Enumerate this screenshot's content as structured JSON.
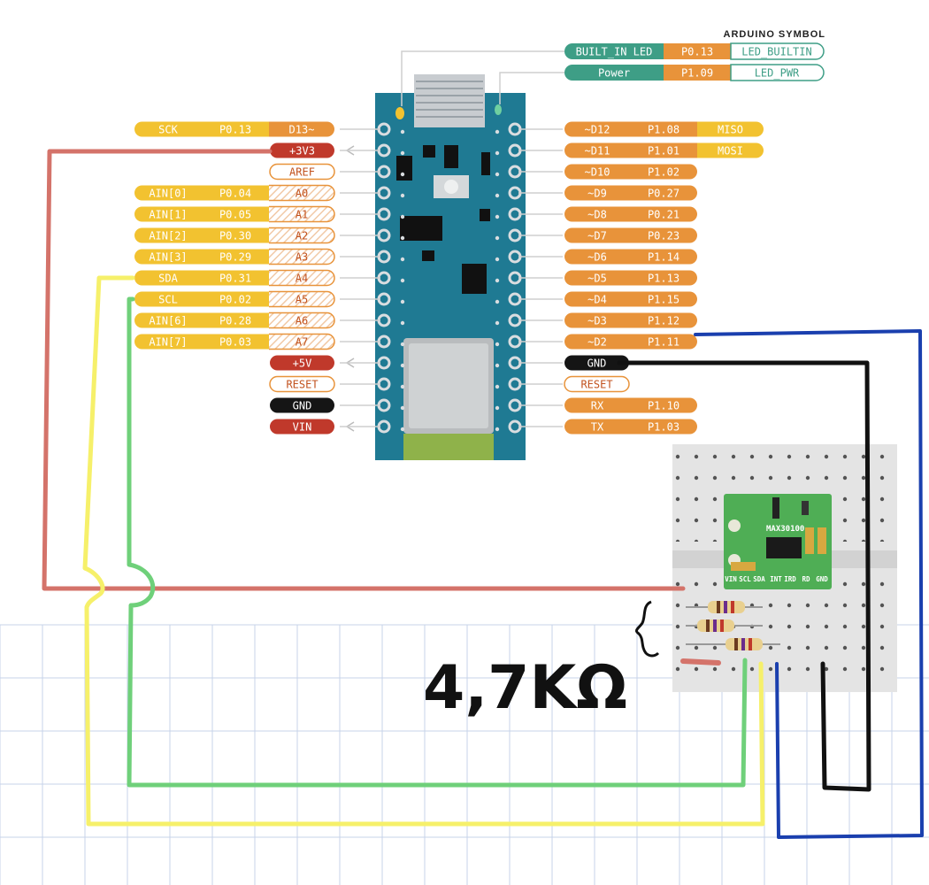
{
  "legend": {
    "title": "ARDUINO SYMBOL",
    "rows": [
      {
        "name": "BUILT_IN LED",
        "pin": "P0.13",
        "symbol": "LED_BUILTIN"
      },
      {
        "name": "Power",
        "pin": "P1.09",
        "symbol": "LED_PWR"
      }
    ]
  },
  "left_pins": [
    {
      "func": "SCK",
      "port": "P0.13",
      "pin": "D13~",
      "kind": "digital"
    },
    {
      "func": "",
      "port": "",
      "pin": "+3V3",
      "kind": "power"
    },
    {
      "func": "",
      "port": "",
      "pin": "AREF",
      "kind": "special"
    },
    {
      "func": "AIN[0]",
      "port": "P0.04",
      "pin": "A0",
      "kind": "analog"
    },
    {
      "func": "AIN[1]",
      "port": "P0.05",
      "pin": "A1",
      "kind": "analog"
    },
    {
      "func": "AIN[2]",
      "port": "P0.30",
      "pin": "A2",
      "kind": "analog"
    },
    {
      "func": "AIN[3]",
      "port": "P0.29",
      "pin": "A3",
      "kind": "analog"
    },
    {
      "func": "SDA",
      "port": "P0.31",
      "pin": "A4",
      "kind": "analog"
    },
    {
      "func": "SCL",
      "port": "P0.02",
      "pin": "A5",
      "kind": "analog"
    },
    {
      "func": "AIN[6]",
      "port": "P0.28",
      "pin": "A6",
      "kind": "analog"
    },
    {
      "func": "AIN[7]",
      "port": "P0.03",
      "pin": "A7",
      "kind": "analog"
    },
    {
      "func": "",
      "port": "",
      "pin": "+5V",
      "kind": "power"
    },
    {
      "func": "",
      "port": "",
      "pin": "RESET",
      "kind": "special"
    },
    {
      "func": "",
      "port": "",
      "pin": "GND",
      "kind": "ground"
    },
    {
      "func": "",
      "port": "",
      "pin": "VIN",
      "kind": "power"
    }
  ],
  "right_pins": [
    {
      "pin": "~D12",
      "port": "P1.08",
      "func": "MISO",
      "kind": "digital"
    },
    {
      "pin": "~D11",
      "port": "P1.01",
      "func": "MOSI",
      "kind": "digital"
    },
    {
      "pin": "~D10",
      "port": "P1.02",
      "func": "",
      "kind": "digital"
    },
    {
      "pin": "~D9",
      "port": "P0.27",
      "func": "",
      "kind": "digital"
    },
    {
      "pin": "~D8",
      "port": "P0.21",
      "func": "",
      "kind": "digital"
    },
    {
      "pin": "~D7",
      "port": "P0.23",
      "func": "",
      "kind": "digital"
    },
    {
      "pin": "~D6",
      "port": "P1.14",
      "func": "",
      "kind": "digital"
    },
    {
      "pin": "~D5",
      "port": "P1.13",
      "func": "",
      "kind": "digital"
    },
    {
      "pin": "~D4",
      "port": "P1.15",
      "func": "",
      "kind": "digital"
    },
    {
      "pin": "~D3",
      "port": "P1.12",
      "func": "",
      "kind": "digital"
    },
    {
      "pin": "~D2",
      "port": "P1.11",
      "func": "",
      "kind": "digital"
    },
    {
      "pin": "GND",
      "port": "",
      "func": "",
      "kind": "ground"
    },
    {
      "pin": "RESET",
      "port": "",
      "func": "",
      "kind": "special"
    },
    {
      "pin": "RX",
      "port": "P1.10",
      "func": "",
      "kind": "digital"
    },
    {
      "pin": "TX",
      "port": "P1.03",
      "func": "",
      "kind": "digital"
    }
  ],
  "sensor": {
    "label": "MAX30100",
    "pins": [
      "VIN",
      "SCL",
      "SDA",
      "INT",
      "IRD",
      "RD",
      "GND"
    ]
  },
  "annotation": {
    "resistor_value": "4,7KΩ"
  },
  "colors": {
    "yellow_label": "#f2c230",
    "orange_label": "#e8933a",
    "red_label": "#c0392b",
    "teal_label": "#3e9e86",
    "board": "#1f7a93",
    "wire_red": "#d4736a",
    "wire_yellow": "#f6f06a",
    "wire_green": "#6fd07a",
    "wire_black": "#111111",
    "wire_blue": "#1a3fae"
  }
}
